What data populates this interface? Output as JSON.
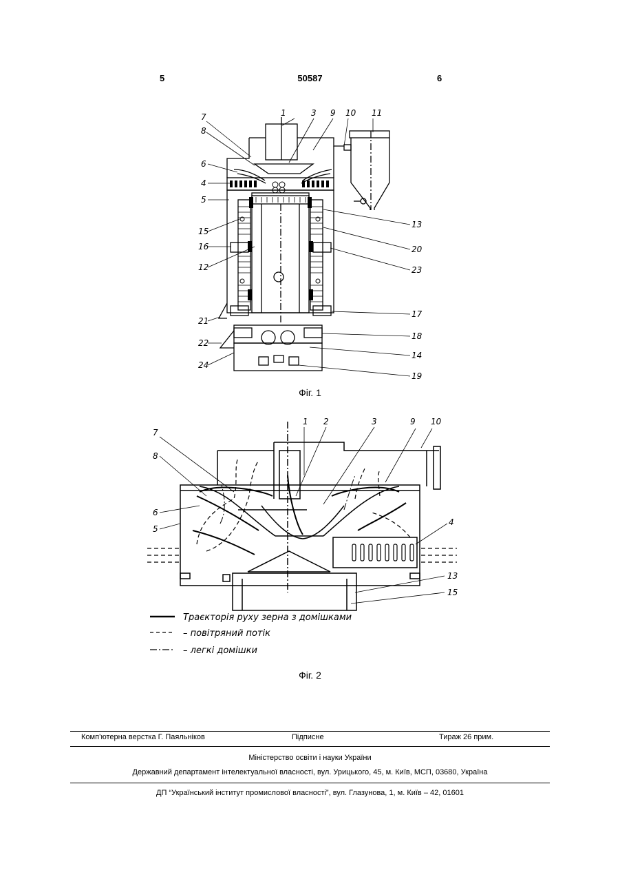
{
  "header": {
    "page_left": "5",
    "patent_number": "50587",
    "page_right": "6"
  },
  "figure1": {
    "caption": "Фіг. 1",
    "labels": [
      "1",
      "3",
      "9",
      "10",
      "11",
      "7",
      "8",
      "6",
      "4",
      "5",
      "15",
      "16",
      "12",
      "21",
      "22",
      "24",
      "13",
      "20",
      "23",
      "17",
      "18",
      "14",
      "19"
    ]
  },
  "figure2": {
    "caption": "Фіг. 2",
    "labels": [
      "1",
      "2",
      "3",
      "9",
      "10",
      "7",
      "8",
      "6",
      "5",
      "4",
      "13",
      "15"
    ],
    "legend": [
      {
        "line": "solid",
        "text": "Траєкторія руху зерна з домішками"
      },
      {
        "line": "dashed",
        "text": "– повітряний потік"
      },
      {
        "line": "dash-dot",
        "text": "– легкі домішки"
      }
    ]
  },
  "footer": {
    "layout_credit": "Комп’ютерна верстка Г. Паяльніков",
    "signed": "Підписне",
    "print_run": "Тираж 26 прим.",
    "ministry": "Міністерство освіти і науки України",
    "department": "Державний департамент інтелектуальної власності, вул. Урицького, 45, м. Київ, МСП, 03680, Україна",
    "institute": "ДП “Український інститут промислової власності”, вул. Глазунова, 1, м. Київ – 42, 01601"
  }
}
